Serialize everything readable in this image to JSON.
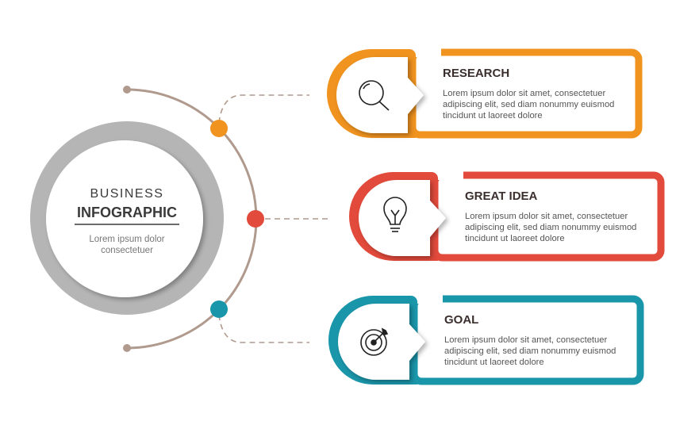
{
  "center": {
    "line1": "BUSINESS",
    "line2": "INFOGRAPHIC",
    "sub1": "Lorem ipsum dolor",
    "sub2": "consectetuer"
  },
  "colors": {
    "orange": "#F0931F",
    "red": "#E24A3B",
    "teal": "#1A96AA",
    "arc": "#B09A8E",
    "ring": "#B5B5B5"
  },
  "steps": [
    {
      "title": "RESEARCH",
      "icon": "magnifier-icon",
      "lines": [
        "Lorem ipsum dolor sit amet, consectetuer",
        "adipiscing elit, sed diam nonummy euismod",
        "tincidunt ut laoreet dolore"
      ]
    },
    {
      "title": "GREAT IDEA",
      "icon": "lightbulb-icon",
      "lines": [
        "Lorem ipsum dolor sit amet, consectetuer",
        "adipiscing elit, sed diam nonummy euismod",
        "tincidunt ut laoreet dolore"
      ]
    },
    {
      "title": "GOAL",
      "icon": "target-icon",
      "lines": [
        "Lorem ipsum dolor sit amet, consectetuer",
        "adipiscing elit, sed diam nonummy euismod",
        "tincidunt ut laoreet dolore"
      ]
    }
  ]
}
